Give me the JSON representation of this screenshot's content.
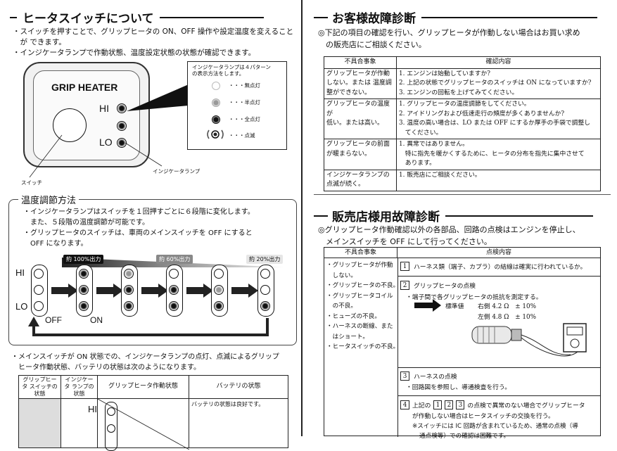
{
  "left": {
    "title": "ヒータスイッチについて",
    "bullets": [
      "・スイッチを押すことで、グリップヒータの ON、OFF 操作や設定温度を変えること",
      "　が できます。",
      "・インジケータランプで作動状態、温度設定状態の状態が確認できます。"
    ],
    "device_label": "GRIP HEATER",
    "hi": "HI",
    "lo": "LO",
    "switch_caption": "スイッチ",
    "lamp_caption": "インジケータランプ",
    "legend_intro": [
      "インジケータランプは４パターン",
      "の表示方法をします。"
    ],
    "legend_items": [
      "・・・無点灯",
      "・・・半点灯",
      "・・・全点灯",
      "・・・点滅"
    ],
    "temp": {
      "title": "温度調節方法",
      "lines": [
        "・インジケータランプはスイッチを１回押すごとに６段階に変化します。",
        "　また、５段階の温度調節が可能です。",
        "・グリップヒータのスイッチは、車両のメインスイッチを OFF にすると",
        "　OFF になります。"
      ],
      "tags": [
        "約 100%出力",
        "約 60%出力",
        "約 20%出力"
      ],
      "off": "OFF",
      "on": "ON"
    },
    "bottom": {
      "lines": [
        "・メインスイッチが ON 状態での、インジケータランプの点灯、点滅によるグリップ",
        "　ヒータ作動状態、バッテリの状態は次のようになります。"
      ],
      "headers": [
        "グリップヒータ スイッチの状態",
        "インジケータ ランプの状態",
        "グリップヒータ作動状態",
        "バッテリの状態"
      ],
      "battery_ok": "バッテリの状態は良好です。"
    }
  },
  "right": {
    "customer": {
      "title": "お客様故障診断",
      "intro": [
        "◎下記の項目の確認を行い、グリップヒータが作動しない場合はお買い求め",
        "　の販売店にご相談ください。"
      ],
      "headers": [
        "不具合事象",
        "確認内容"
      ],
      "rows": [
        {
          "issue": [
            "グリップヒータが作動",
            "しない。または 温度調",
            "整ができない。"
          ],
          "checks": [
            "1. エンジンは始動していますか?",
            "2. 上記の状態でグリップヒータのスイッチは ON になっていますか?",
            "3. エンジンの回転を上げてみてください。"
          ]
        },
        {
          "issue": [
            "グリップヒータの温度が",
            "低い。または高い。"
          ],
          "checks": [
            "1. グリップヒータの温度調節をしてください。",
            "2. アイドリングおよび低速走行の頻度が多くありませんか?",
            "3. 温度の高い場合は、LO または OFF にするか厚手の手袋で調整し",
            "　てください。"
          ]
        },
        {
          "issue": [
            "グリップヒータの前面",
            "が暖まらない。"
          ],
          "checks": [
            "1. 異常ではありません。",
            "　特に指先を暖かくするために、ヒータの分布を指先に集中させて",
            "　あります。"
          ]
        },
        {
          "issue": [
            "インジケータランプの",
            "点滅が続く。"
          ],
          "checks": [
            "1. 販売店にご相談ください。"
          ]
        }
      ]
    },
    "dealer": {
      "title": "販売店様用故障診断",
      "intro": [
        "◎グリップヒータ作動確認以外の各部品、回路の点検はエンジンを停止し、",
        "　メインスイッチを OFF にして行ってください。"
      ],
      "headers": [
        "不具合事象",
        "点検内容"
      ],
      "issues": [
        "・グリップヒータが作動",
        "　しない。",
        "・グリップヒータの不良。",
        "・グリップヒータコイル",
        "　の不良。",
        "・ヒューズの不良。",
        "・ハーネスの断線、また",
        "　はショート。",
        "・ヒータスイッチの不良。"
      ],
      "steps": {
        "s1_num": "1",
        "s1": "ハーネス類（端子、カプラ）の結線は確実に行われているか。",
        "s2_num": "2",
        "s2": "グリップヒータの点検",
        "s2_sub": "・端子間で各グリップヒータの抵抗を測定する。",
        "standard": "標準値",
        "right_val": "右側 4.2 Ω　± 10%",
        "left_val": "左側 4.8 Ω　± 10%",
        "s3_num": "3",
        "s3": "ハーネスの点検",
        "s3_sub": "・回路図を参照し、導通検査を行う。",
        "s4_num": "4",
        "s4_pre": "上記の",
        "s4_refs": [
          "1",
          "2",
          "3"
        ],
        "s4_post": "の点検で異常のない場合でグリップヒータ",
        "s4_line2": "が作動しない場合はヒータスイッチの交換を行う。",
        "s4_note": "※スイッチには IC 回路が含まれているため、通常の点検（導",
        "s4_note2": "通点検等）での確認は困難です。"
      }
    }
  }
}
